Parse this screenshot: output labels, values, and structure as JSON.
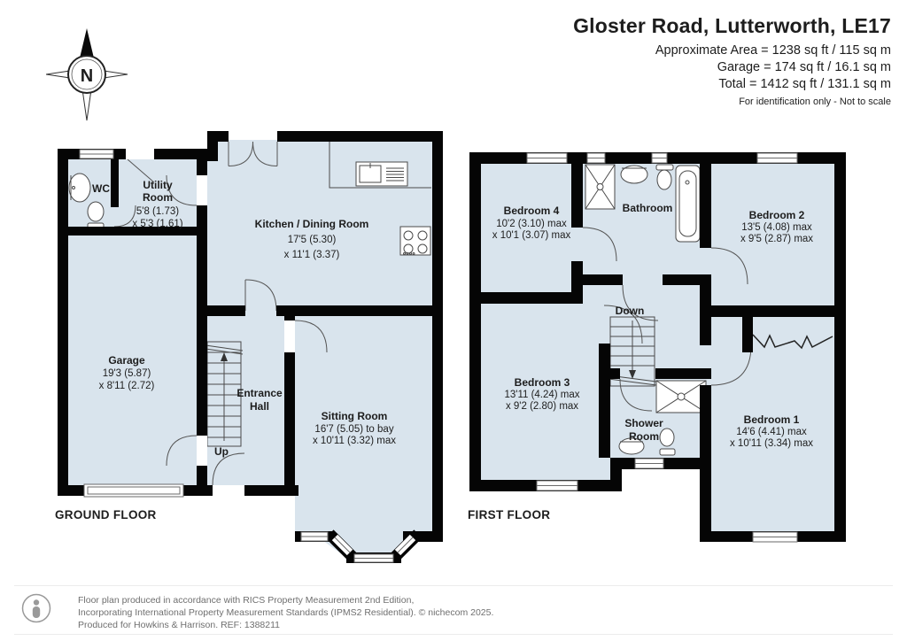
{
  "header": {
    "title": "Gloster Road, Lutterworth, LE17",
    "area_line1": "Approximate Area = 1238 sq ft / 115 sq m",
    "area_line2": "Garage = 174 sq ft / 16.1 sq m",
    "area_line3": "Total = 1412 sq ft / 131.1 sq m",
    "note": "For identification only - Not to scale"
  },
  "compass": {
    "north_label": "N"
  },
  "ground_floor": {
    "label": "GROUND FLOOR",
    "stairs_label": "Up",
    "rooms": {
      "wc": {
        "name": "WC"
      },
      "utility": {
        "name_line1": "Utility",
        "name_line2": "Room",
        "dim1": "5'8 (1.73)",
        "dim2": "x 5'3 (1.61)"
      },
      "kitchen": {
        "name": "Kitchen / Dining Room",
        "dim1": "17'5 (5.30)",
        "dim2": "x 11'1 (3.37)"
      },
      "garage": {
        "name": "Garage",
        "dim1": "19'3 (5.87)",
        "dim2": "x 8'11 (2.72)"
      },
      "hall": {
        "name_line1": "Entrance",
        "name_line2": "Hall"
      },
      "sitting": {
        "name": "Sitting Room",
        "dim1": "16'7 (5.05) to bay",
        "dim2": "x 10'11 (3.32) max"
      }
    }
  },
  "first_floor": {
    "label": "FIRST FLOOR",
    "stairs_label": "Down",
    "rooms": {
      "bedroom4": {
        "name": "Bedroom 4",
        "dim1": "10'2 (3.10) max",
        "dim2": "x 10'1 (3.07) max"
      },
      "bathroom": {
        "name": "Bathroom"
      },
      "bedroom2": {
        "name": "Bedroom 2",
        "dim1": "13'5 (4.08) max",
        "dim2": "x 9'5 (2.87) max"
      },
      "bedroom3": {
        "name": "Bedroom 3",
        "dim1": "13'11 (4.24) max",
        "dim2": "x 9'2 (2.80) max"
      },
      "shower": {
        "name_line1": "Shower",
        "name_line2": "Room"
      },
      "bedroom1": {
        "name": "Bedroom 1",
        "dim1": "14'6 (4.41) max",
        "dim2": "x 10'11 (3.34) max"
      }
    }
  },
  "footer": {
    "line1": "Floor plan produced in accordance with RICS Property Measurement 2nd Edition,",
    "line2": "Incorporating International Property Measurement Standards (IPMS2 Residential).   © nichecom 2025.",
    "line3": "Produced for Howkins & Harrison.   REF: 1388211"
  },
  "colors": {
    "room_fill": "#d9e4ed",
    "wall": "#050505",
    "text": "#1d1d1d",
    "footer_text": "#6f6f6f"
  }
}
